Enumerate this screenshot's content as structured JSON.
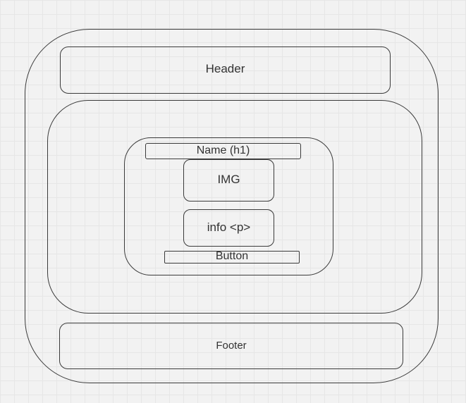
{
  "diagram": {
    "header": {
      "label": "Header"
    },
    "card": {
      "name_label": "Name (h1)",
      "img_label": "IMG",
      "info_label": "info <p>",
      "button_label": "Button"
    },
    "footer": {
      "label": "Footer"
    }
  },
  "colors": {
    "canvas_background": "#f2f2f2",
    "grid_line": "#e6e6e6",
    "stroke": "#3a3a3a",
    "text": "#333333"
  }
}
